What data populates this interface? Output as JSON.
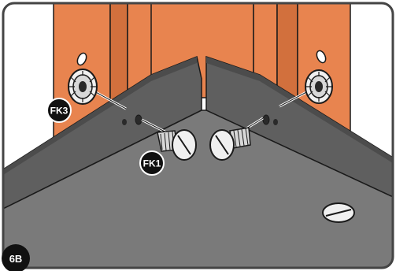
{
  "step_badge": {
    "label": "6B"
  },
  "callouts": [
    {
      "id": "fk3",
      "label": "FK3"
    },
    {
      "id": "fk1",
      "label": "FK1"
    }
  ],
  "colors": {
    "panel_orange": "#e8844f",
    "panel_orange_dark": "#d2703d",
    "floor_gray": "#7a7a7a",
    "wall_gray": "#5f5f5f",
    "wall_gray_dark": "#4c4c4c",
    "bolt_light": "#f0f0f0",
    "outline": "#1a1a1a",
    "callout_fill": "#111111",
    "frame": "#444444"
  },
  "icons": [
    "bolt-fk1-left",
    "bolt-fk1-right",
    "threaded-insert-fk3-left",
    "threaded-insert-fk3-right",
    "floor-screw-head"
  ]
}
